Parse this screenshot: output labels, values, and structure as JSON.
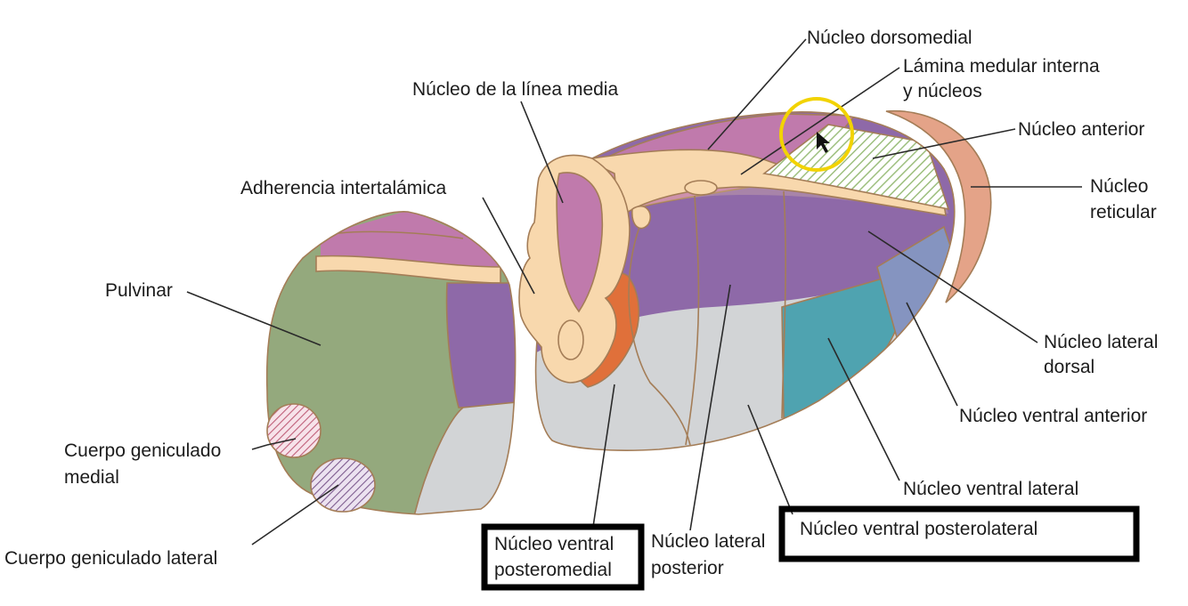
{
  "labels": {
    "dorsomedial": "Núcleo dorsomedial",
    "lamina_1": "Lámina medular interna",
    "lamina_2": "y núcleos",
    "linea_media": "Núcleo de la línea media",
    "anterior": "Núcleo anterior",
    "reticular_1": "Núcleo",
    "reticular_2": "reticular",
    "adherencia": "Adherencia intertalámica",
    "pulvinar": "Pulvinar",
    "lateral_dorsal_1": "Núcleo lateral",
    "lateral_dorsal_2": "dorsal",
    "ventral_anterior": "Núcleo ventral anterior",
    "cg_medial_1": "Cuerpo geniculado",
    "cg_medial_2": "medial",
    "ventral_lateral": "Núcleo ventral lateral",
    "cg_lateral": "Cuerpo geniculado lateral",
    "vpm_1": "Núcleo ventral",
    "vpm_2": "posteromedial",
    "lat_post_1": "Núcleo lateral",
    "lat_post_2": "posterior",
    "vpl": "Núcleo ventral posterolateral"
  },
  "colors": {
    "pulvinar_green": "#94a97d",
    "dorsomedial_pink": "#c07aac",
    "lateral_purple": "#8e69a8",
    "ventral_lateral_teal": "#4fa3b0",
    "ventral_anterior_blue": "#8594c0",
    "vpm_orange": "#e0703a",
    "posterior_gray": "#d2d4d6",
    "lamina_beige": "#f8d8ad",
    "reticular_salmon": "#e4a388",
    "anterior_hatch": "#9dbf7e",
    "geniculate_hatch": "#c0607a",
    "cursor_ring": "#f2d300",
    "highlight_box": "#000000"
  }
}
